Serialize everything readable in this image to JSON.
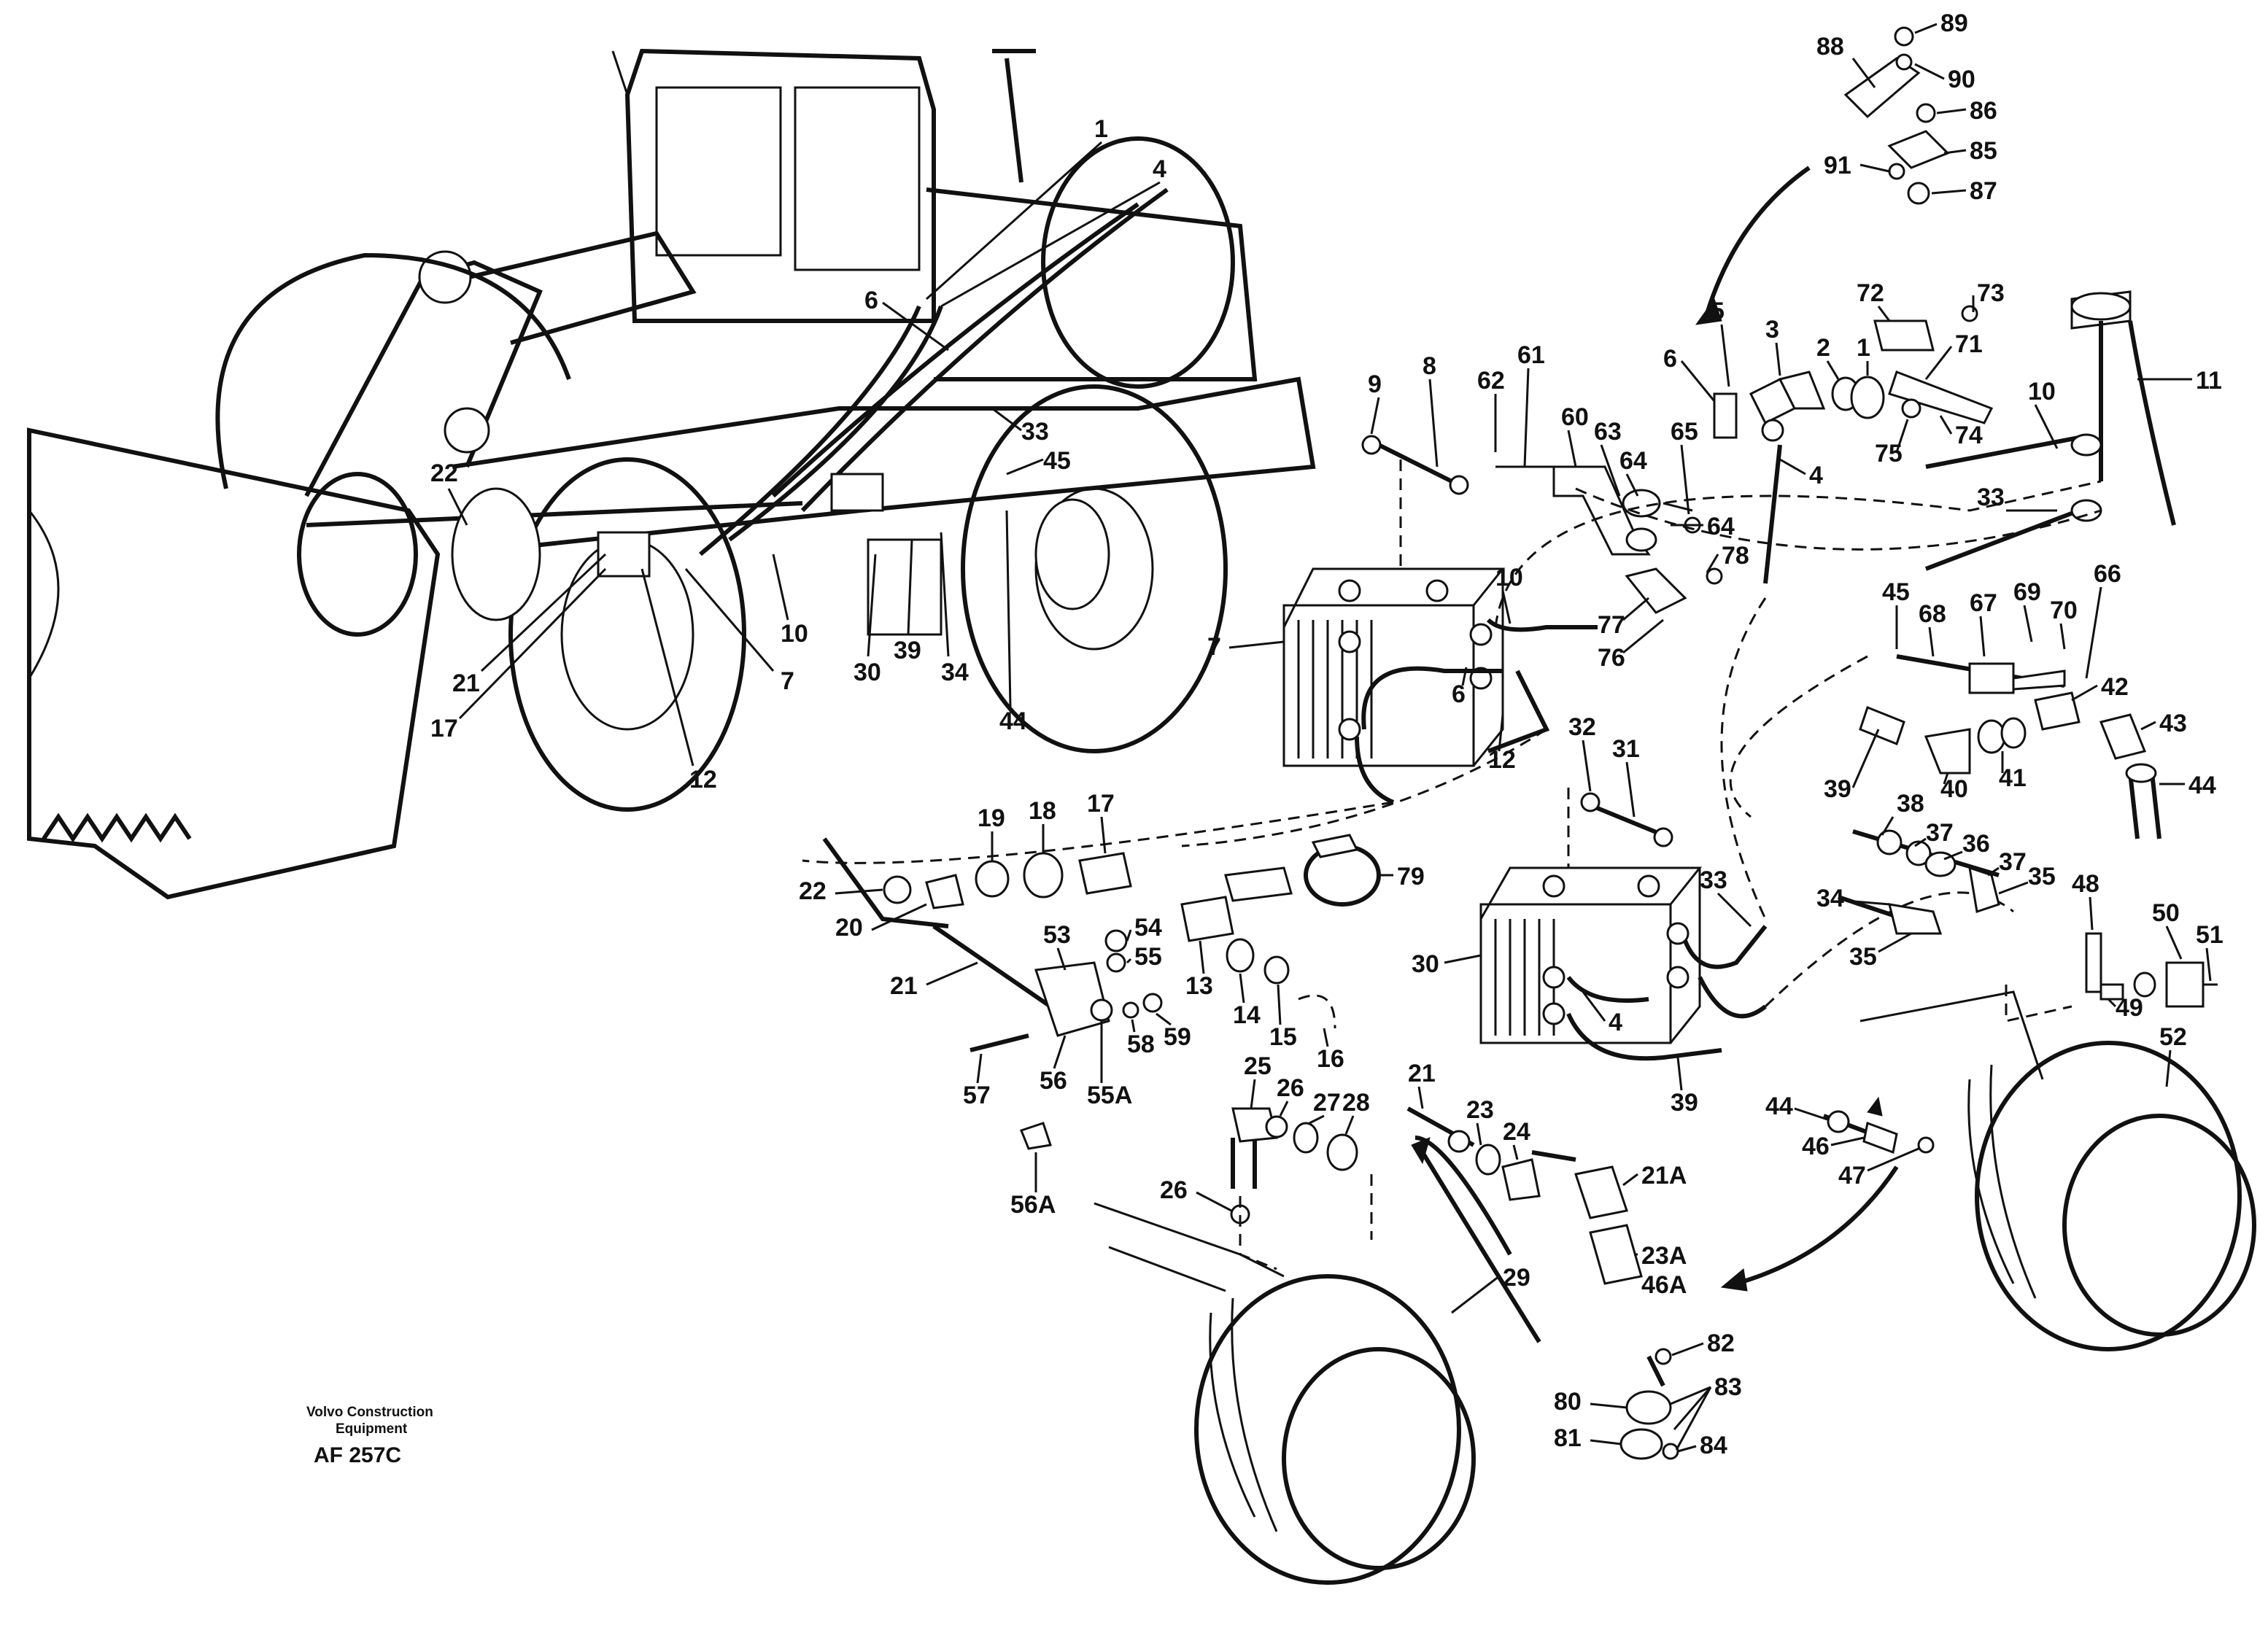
{
  "document": {
    "credit_line1": "Volvo Construction",
    "credit_line2": "Equipment",
    "drawing_code": "AF 257C"
  },
  "labels": {
    "l1a": "1",
    "l4a": "4",
    "l6a": "6",
    "l22a": "22",
    "l33a": "33",
    "l45a": "45",
    "l10a": "10",
    "l7a": "7",
    "l21a": "21",
    "l17a": "17",
    "l12a": "12",
    "l30a": "30",
    "l39a": "39",
    "l34a": "34",
    "l44a": "44",
    "l88": "88",
    "l89": "89",
    "l90": "90",
    "l86": "86",
    "l85": "85",
    "l91": "91",
    "l87": "87",
    "l5": "5",
    "l3": "3",
    "l2": "2",
    "l1b": "1",
    "l6b": "6",
    "l4b": "4",
    "l72": "72",
    "l73": "73",
    "l71": "71",
    "l74": "74",
    "l75": "75",
    "l10b": "10",
    "l11": "11",
    "l33b": "33",
    "l9": "9",
    "l8": "8",
    "l62": "62",
    "l61": "61",
    "l60": "60",
    "l63": "63",
    "l64a": "64",
    "l65": "65",
    "l64b": "64",
    "l78": "78",
    "l77": "77",
    "l76": "76",
    "l7b": "7",
    "l10c": "10",
    "l6c": "6",
    "l12b": "12",
    "l45b": "45",
    "l68": "68",
    "l67": "67",
    "l69": "69",
    "l70": "70",
    "l66": "66",
    "l42": "42",
    "l43": "43",
    "l39b": "39",
    "l40": "40",
    "l41": "41",
    "l44b": "44",
    "l32": "32",
    "l31": "31",
    "l33c": "33",
    "l30b": "30",
    "l4c": "4",
    "l39c": "39",
    "l38": "38",
    "l37a": "37",
    "l36": "36",
    "l37b": "37",
    "l35a": "35",
    "l34b": "34",
    "l35b": "35",
    "l48": "48",
    "l50": "50",
    "l51": "51",
    "l49": "49",
    "l52": "52",
    "l44c": "44",
    "l46": "46",
    "l47": "47",
    "l19": "19",
    "l18": "18",
    "l17b": "17",
    "l79": "79",
    "l22b": "22",
    "l20": "20",
    "l21b": "21",
    "l53": "53",
    "l54": "54",
    "l55": "55",
    "l13": "13",
    "l14": "14",
    "l15": "15",
    "l16": "16",
    "l57": "57",
    "l56": "56",
    "l55A": "55A",
    "l58": "58",
    "l59": "59",
    "l56A": "56A",
    "l25": "25",
    "l26a": "26",
    "l27": "27",
    "l28": "28",
    "l26b": "26",
    "l29": "29",
    "l21c": "21",
    "l23": "23",
    "l24": "24",
    "l21A": "21A",
    "l23A": "23A",
    "l46A": "46A",
    "l82": "82",
    "l83": "83",
    "l80": "80",
    "l81": "81",
    "l84": "84"
  }
}
